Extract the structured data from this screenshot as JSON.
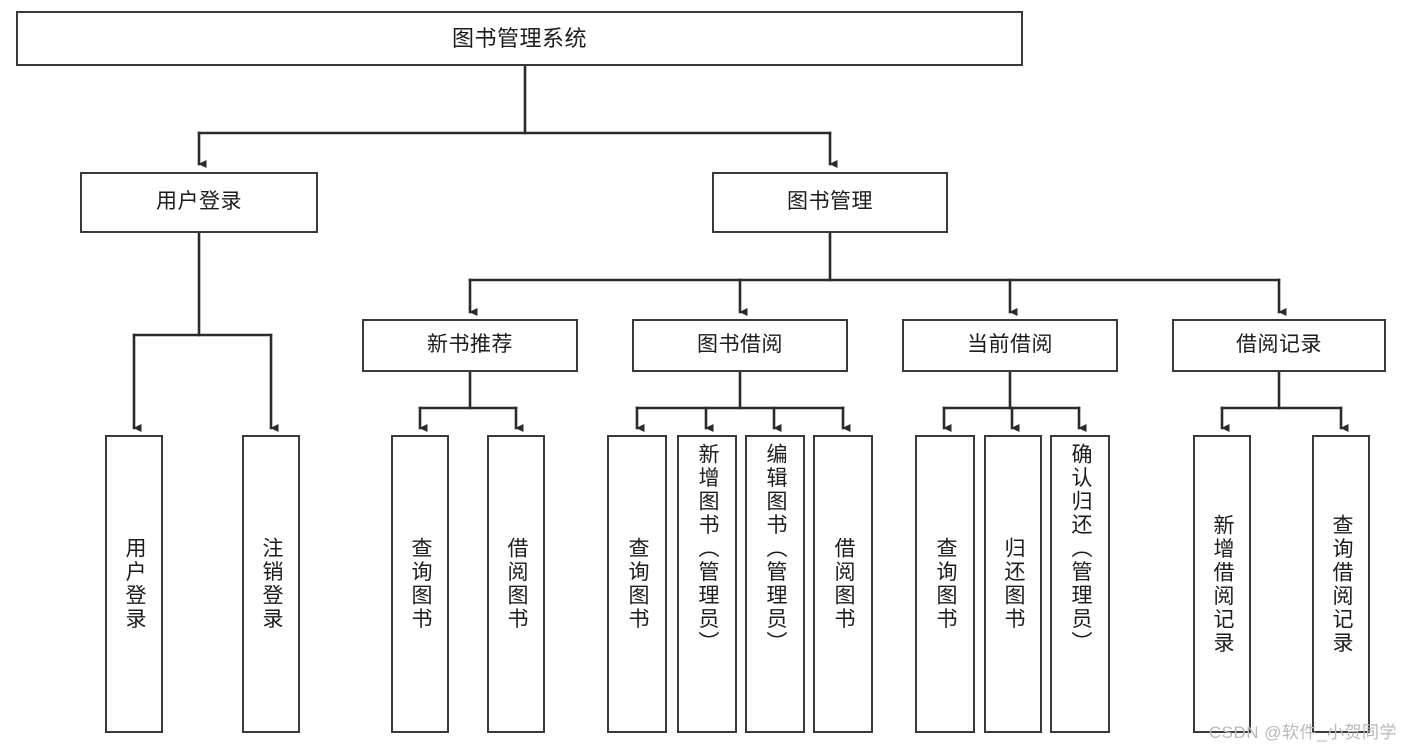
{
  "diagram": {
    "title": "图书管理系统",
    "type": "tree",
    "background_color": "#ffffff",
    "box_border_color": "#3a3a3a",
    "box_fill_color": "#ffffff",
    "connector_color": "#2b2b2b",
    "text_color": "#1c1c1c"
  },
  "nodes": {
    "root": {
      "label": "图书管理系统"
    },
    "level1": [
      {
        "label": "用户登录"
      },
      {
        "label": "图书管理"
      }
    ],
    "level2": [
      {
        "label": "新书推荐"
      },
      {
        "label": "图书借阅"
      },
      {
        "label": "当前借阅"
      },
      {
        "label": "借阅记录"
      }
    ],
    "leaves": {
      "user_login": [
        {
          "label": "用户登录"
        },
        {
          "label": "注销登录"
        }
      ],
      "new_book_recommend": [
        {
          "label": "查询图书"
        },
        {
          "label": "借阅图书"
        }
      ],
      "book_borrow": [
        {
          "label": "查询图书"
        },
        {
          "label": "新增图书（管理员）"
        },
        {
          "label": "编辑图书（管理员）"
        },
        {
          "label": "借阅图书"
        }
      ],
      "current_borrow": [
        {
          "label": "查询图书"
        },
        {
          "label": "归还图书"
        },
        {
          "label": "确认归还（管理员）"
        }
      ],
      "borrow_record": [
        {
          "label": "新增借阅记录"
        },
        {
          "label": "查询借阅记录"
        }
      ]
    }
  },
  "watermark": {
    "text": "CSDN @软件_小贺同学",
    "color": "#b8b8b8"
  }
}
